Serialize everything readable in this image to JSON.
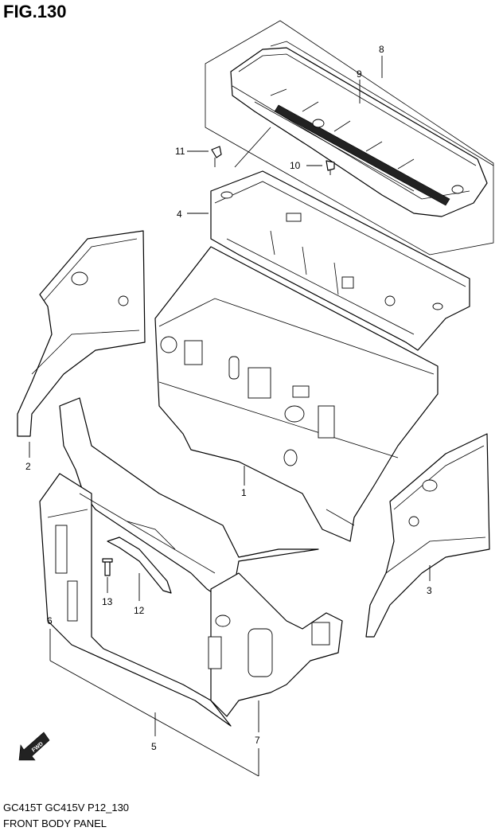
{
  "figure": {
    "title": "FIG.130",
    "footer_code": "GC415T GC415V P12_130",
    "footer_name": "FRONT BODY PANEL"
  },
  "callouts": {
    "c1": "1",
    "c2": "2",
    "c3": "3",
    "c4": "4",
    "c5": "5",
    "c6": "6",
    "c7": "7",
    "c8": "8",
    "c9": "9",
    "c10": "10",
    "c11": "11",
    "c12": "12",
    "c13": "13"
  },
  "fwd_badge": "FWD"
}
